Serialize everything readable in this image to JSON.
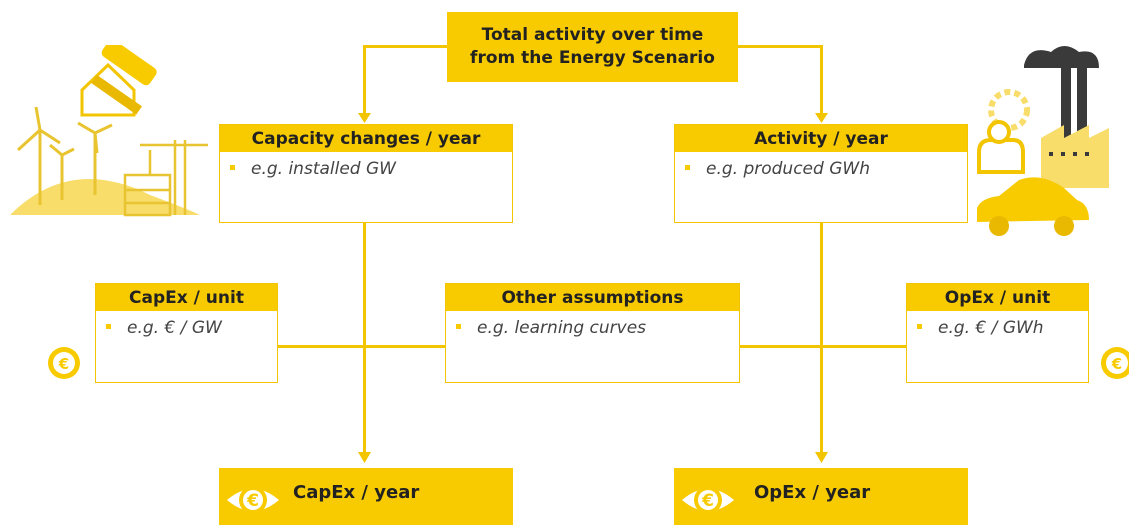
{
  "top": {
    "line1": "Total activity over time",
    "line2": "from the Energy Scenario"
  },
  "capacity": {
    "title": "Capacity changes / year",
    "example": "e.g. installed GW"
  },
  "activity": {
    "title": "Activity / year",
    "example": "e.g. produced GWh"
  },
  "capex_unit": {
    "title": "CapEx / unit",
    "example": "e.g. € / GW"
  },
  "other": {
    "title": "Other assumptions",
    "example": "e.g. learning curves"
  },
  "opex_unit": {
    "title": "OpEx / unit",
    "example": "e.g. € / GWh"
  },
  "capex_year": {
    "title": "CapEx / year"
  },
  "opex_year": {
    "title": "OpEx / year"
  },
  "colors": {
    "accent": "#f8cb00",
    "line": "#f3c400",
    "icon": "#f6d85a",
    "dark": "#333333"
  },
  "icons": [
    "construction-illustration",
    "industry-illustration",
    "euro-coin-icon"
  ]
}
